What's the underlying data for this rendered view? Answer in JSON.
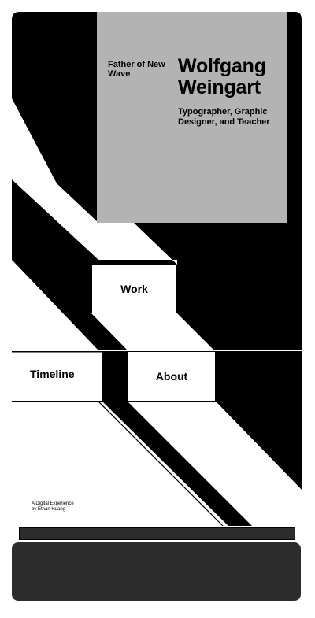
{
  "hero": {
    "kicker": "Father of New Wave",
    "title": "Wolfgang Weingart",
    "tagline": "Typographer, Graphic Designer, and Teacher"
  },
  "nav": {
    "work": "Work",
    "about": "About",
    "timeline": "Timeline"
  },
  "credit": {
    "line1": "A Digital Experience",
    "line2": "by Ethan Huang"
  },
  "colors": {
    "ink": "#000000",
    "paper": "#ffffff",
    "hero_gray": "#b3b3b3",
    "dark_panel": "#2c2c2c"
  }
}
